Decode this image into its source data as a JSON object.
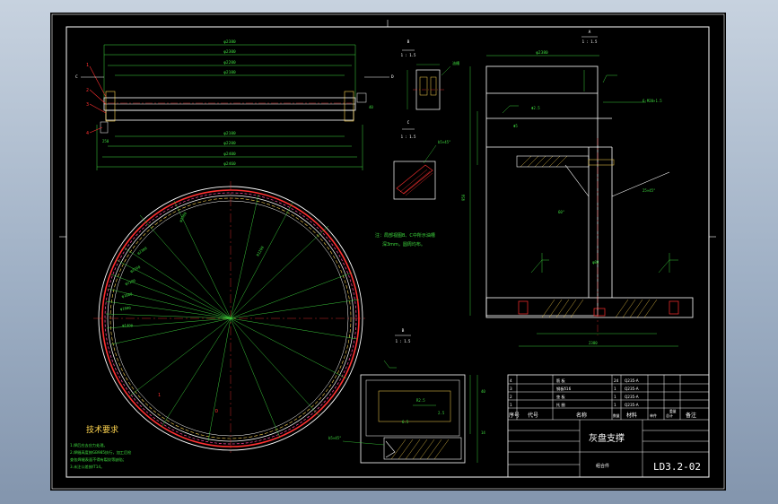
{
  "labels": {
    "section_a": "A",
    "scale_a": "1 : 1.5",
    "section_b": "B",
    "scale_b": "1 : 1.5",
    "section_c": "C",
    "section_d": "D",
    "scale_small1": "1 : 1.5",
    "scale_small2": "1 : 1.5"
  },
  "notes": {
    "main_note_1": "注：局部视图B、C中所示油槽",
    "main_note_2": "深3mm，圆周均布。",
    "tech_title": "技术要求",
    "tech_1": "1.焊后应去应力处理。",
    "tech_2": "2.焊缝高度按GB985执行，加工后检",
    "tech_3": "查各焊缝表面不得有裂纹等缺陷；",
    "tech_4": "3.未注公差按IT14。"
  },
  "title_block": {
    "drawing_title": "灰盘支撑",
    "drawing_number": "LD3.2-02",
    "assembly_label": "组合件",
    "headers": [
      "序号",
      "代号",
      "名称",
      "数量",
      "材料",
      "单件",
      "总计",
      "备注"
    ],
    "rows": [
      [
        "4",
        "",
        "筋 板",
        "24",
        "Q235-A",
        "",
        "",
        ""
      ],
      [
        "3",
        "",
        "钢板δ16",
        "1",
        "Q235-A",
        "",
        "",
        ""
      ],
      [
        "2",
        "",
        "垫 板",
        "1",
        "Q235-A",
        "",
        "",
        ""
      ],
      [
        "1",
        "",
        "托 圈",
        "1",
        "Q235-A",
        "",
        "",
        ""
      ]
    ],
    "weight_header": "重量"
  }
}
